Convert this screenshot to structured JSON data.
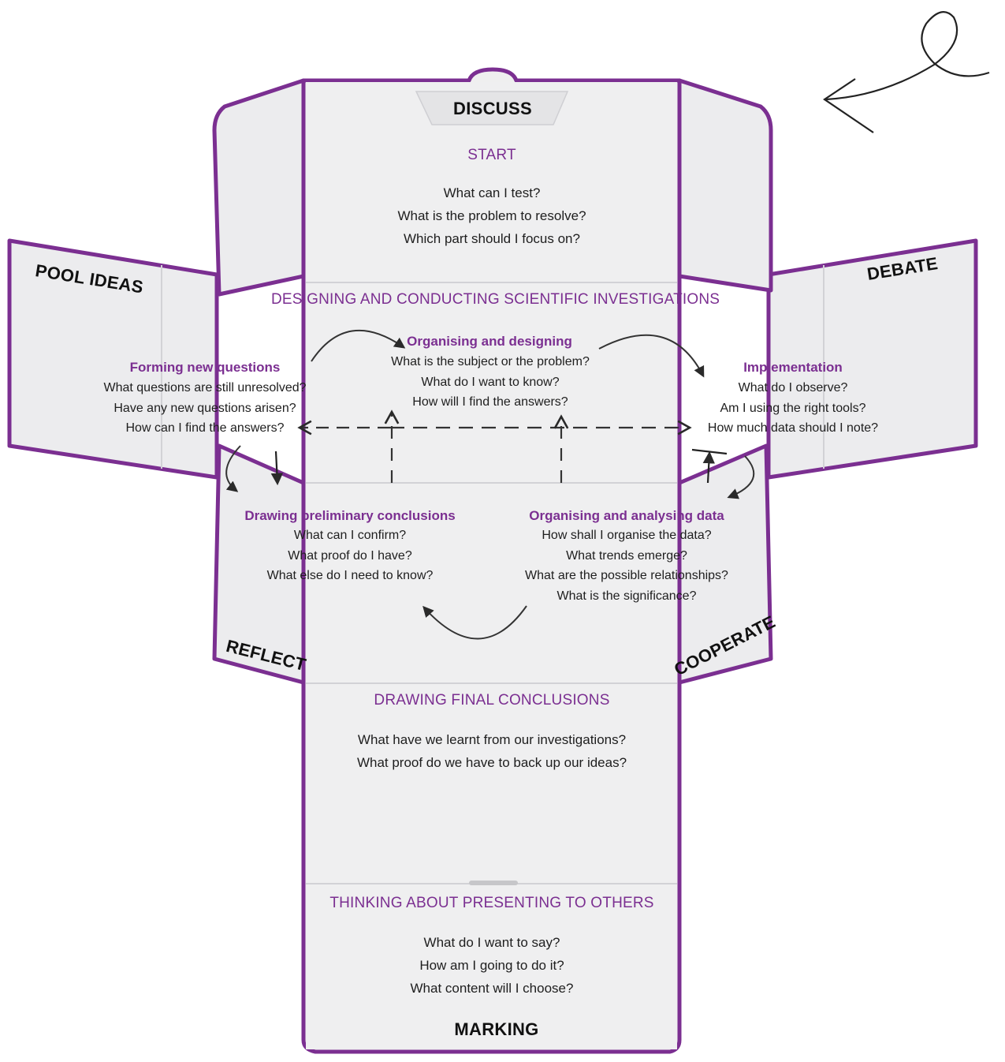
{
  "flap_labels": {
    "top": "DISCUSS",
    "left": "POOL IDEAS",
    "right": "DEBATE",
    "lower_left": "REFLECT",
    "lower_right": "COOPERATE",
    "bottom": "MARKING"
  },
  "start": {
    "heading": "START",
    "questions": [
      "What can I test?",
      "What is the problem to resolve?",
      "Which part should I focus on?"
    ]
  },
  "investigations": {
    "heading": "DESIGNING AND CONDUCTING SCIENTIFIC INVESTIGATIONS",
    "organising_designing": {
      "title": "Organising and designing",
      "questions": [
        "What is the subject or the problem?",
        "What do I want to know?",
        "How will I find the answers?"
      ]
    },
    "forming_questions": {
      "title": "Forming new questions",
      "questions": [
        "What questions are still unresolved?",
        "Have any new questions arisen?",
        "How can I find the answers?"
      ]
    },
    "implementation": {
      "title": "Implementation",
      "questions": [
        "What do I observe?",
        "Am I using the right tools?",
        "How much data should I note?"
      ]
    },
    "preliminary_conclusions": {
      "title": "Drawing preliminary conclusions",
      "questions": [
        "What can I confirm?",
        "What proof do I have?",
        "What else do I need to know?"
      ]
    },
    "analysing_data": {
      "title": "Organising and analysing data",
      "questions": [
        "How shall I organise the data?",
        "What trends emerge?",
        "What are the possible relationships?",
        "What is the significance?"
      ]
    }
  },
  "final_conclusions": {
    "heading": "DRAWING FINAL CONCLUSIONS",
    "questions": [
      "What have we learnt from our investigations?",
      "What proof do we have to back up our ideas?"
    ]
  },
  "presenting": {
    "heading": "THINKING ABOUT PRESENTING TO OTHERS",
    "questions": [
      "What do I want to say?",
      "How am I going to do it?",
      "What content will I choose?"
    ]
  },
  "colors": {
    "accent": "#7b2f91",
    "panel_fill": "#ececee",
    "fold_line": "#d2d2d6",
    "ink": "#1e1e1e"
  },
  "icons": [
    "curved-arrow-icon",
    "dashed-arrow-icon",
    "return-arrow-icon"
  ]
}
